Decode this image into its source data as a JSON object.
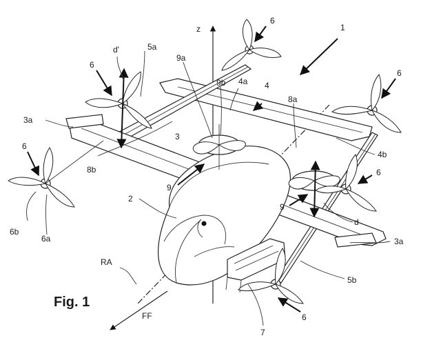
{
  "figure": {
    "title": "Fig. 1",
    "labels": {
      "z": "z",
      "n1": "1",
      "n2": "2",
      "n3": "3",
      "n3a_left": "3a",
      "n3a_right": "3a",
      "n4": "4",
      "n4a": "4a",
      "n4b": "4b",
      "n5a": "5a",
      "n5b": "5b",
      "n6_top": "6",
      "n6_left_upper": "6",
      "n6_left": "6",
      "n6_right_upper": "6",
      "n6_right": "6",
      "n6_bottom": "6",
      "n6a": "6a",
      "n6b": "6b",
      "n7": "7",
      "n8a": "8a",
      "n8b": "8b",
      "n9_left": "9",
      "n9_right": "9",
      "n9a": "9a",
      "n9b": "9b",
      "d": "d",
      "d_prime": "d'",
      "ra": "RA",
      "ff": "FF"
    }
  }
}
